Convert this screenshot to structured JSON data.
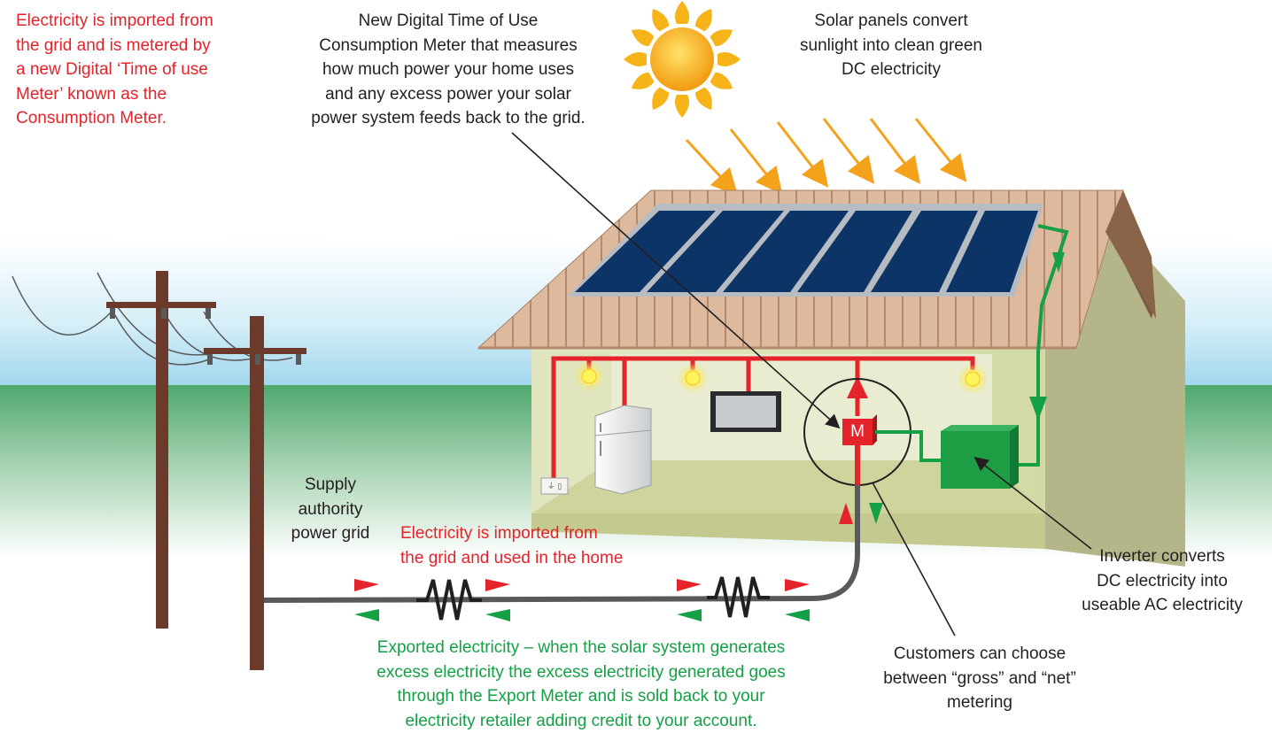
{
  "labels": {
    "top_left_import": "Electricity is imported from\nthe grid and is metered by\na new Digital ‘Time of use\nMeter’ known as the\nConsumption Meter.",
    "digital_meter": "New Digital Time of Use\nConsumption Meter that measures\nhow much power your home uses\nand any excess power your solar\npower system feeds back to the grid.",
    "solar_panels": "Solar panels convert\nsunlight into clean green\nDC electricity",
    "supply_grid": "Supply\nauthority\npower grid",
    "import_home": "Electricity is imported from\nthe grid and used in the home",
    "exported": "Exported electricity – when the solar system generates\nexcess electricity the excess electricity generated goes\nthrough the Export Meter and is sold back to your\nelectricity retailer adding credit to your account.",
    "inverter": "Inverter converts\nDC electricity into\nuseable AC electricity",
    "metering": "Customers can choose\nbetween “gross” and “net”\nmetering",
    "meter_symbol": "M",
    "outlet": "⏚ ▯"
  },
  "colors": {
    "import_red": "#e4232b",
    "export_green": "#14a045",
    "text_dark": "#231f20",
    "sky_blue": "#bfe3f1",
    "grass_green": "#5fb37a",
    "roof_tile": "#d9b89c",
    "panel_blue": "#0d3466",
    "house_wall": "#d9dfaf",
    "pole_brown": "#6b3a2a",
    "sun_yellow": "#f6b419"
  },
  "icons": [
    "sun-icon",
    "power-pole-icon",
    "light-bulb-icon",
    "refrigerator-icon",
    "television-icon",
    "meter-icon",
    "inverter-icon",
    "resistor-icon",
    "power-outlet-icon"
  ]
}
